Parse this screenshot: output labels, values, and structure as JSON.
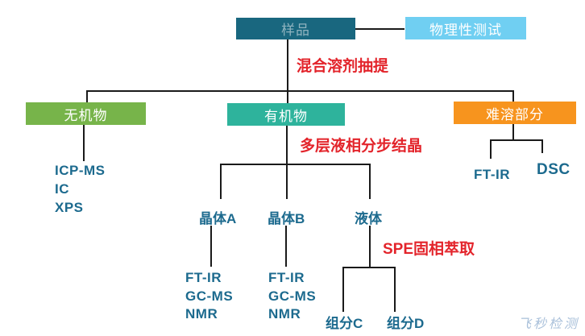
{
  "colors": {
    "sample_bg": "#19677F",
    "sample_text": "#8FB3BF",
    "physical_bg": "#70CFF2",
    "physical_text": "#FFFFFF",
    "inorganic_bg": "#77B44A",
    "organic_bg": "#2EB39C",
    "insoluble_bg": "#F7941E",
    "box_text": "#FFFFFF",
    "process_text": "#E3242B",
    "method_text": "#1C6A8E",
    "line": "#1A1A1A",
    "watermark_text": "#A9C0DA"
  },
  "nodes": {
    "sample": "样品",
    "physical_test": "物理性测试",
    "inorganic": "无机物",
    "organic": "有机物",
    "insoluble": "难溶部分",
    "crystal_a": "晶体A",
    "crystal_b": "晶体B",
    "liquid": "液体",
    "component_c": "组分C",
    "component_d": "组分D"
  },
  "process_steps": {
    "extraction": "混合溶剂抽提",
    "crystallization": "多层液相分步结晶",
    "spe": "SPE固相萃取"
  },
  "methods": {
    "inorganic": [
      "ICP-MS",
      "IC",
      "XPS"
    ],
    "crystal_a": [
      "FT-IR",
      "GC-MS",
      "NMR"
    ],
    "crystal_b": [
      "FT-IR",
      "GC-MS",
      "NMR"
    ],
    "insoluble_ftir": "FT-IR",
    "insoluble_dsc": "DSC"
  },
  "watermark": "飞秒检测"
}
